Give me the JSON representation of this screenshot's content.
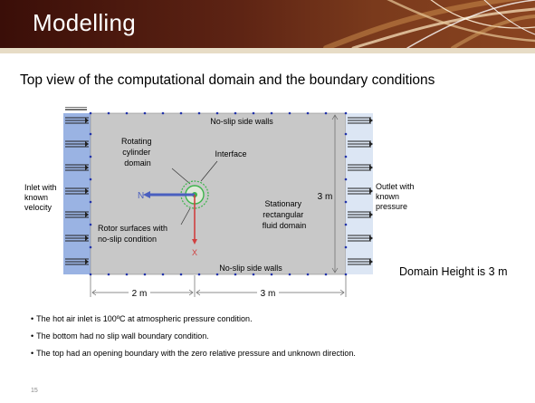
{
  "slide": {
    "title": "Modelling",
    "subtitle": "Top view of the computational domain and the boundary conditions",
    "page_number": "15"
  },
  "diagram": {
    "top_wall_label": "No-slip side walls",
    "bottom_wall_label": "No-slip side walls",
    "rotating_domain_label": [
      "Rotating",
      "cylinder",
      "domain"
    ],
    "interface_label": "Interface",
    "inlet_label": [
      "Inlet with",
      "known",
      "velocity"
    ],
    "outlet_label": [
      "Outlet with",
      "known",
      "pressure"
    ],
    "stationary_label": [
      "Stationary",
      "rectangular",
      "fluid domain"
    ],
    "rotor_label": [
      "Rotor  surfaces with",
      "no-slip condition"
    ],
    "height_dim": "3 m",
    "left_length_dim": "2 m",
    "right_length_dim": "3 m",
    "axis_n": "N",
    "axis_x": "X"
  },
  "domain_height_note": "Domain Height is 3 m",
  "bullets": [
    "The hot air inlet is 100ºC at atmospheric pressure condition.",
    "The bottom had no slip wall boundary condition.",
    "The top had an opening boundary with the zero relative pressure and unknown direction."
  ],
  "colors": {
    "header_dark": "#3a0e08",
    "domain_fill": "#c8c8c8",
    "inlet_fill": "#9ab3e3",
    "outlet_fill": "#dce6f4",
    "mesh_dot": "#2233aa",
    "rotor_green": "#3cb44b",
    "axis_blue": "#4a5fbf",
    "axis_red": "#d04040"
  },
  "icons": [
    "flow-arrow-icon",
    "rotor-icon",
    "axis-triad-icon"
  ]
}
